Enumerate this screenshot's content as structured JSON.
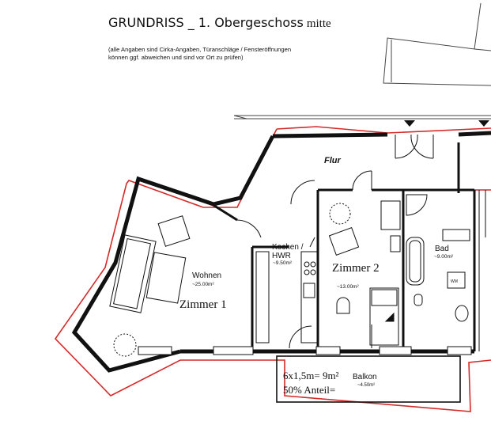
{
  "header": {
    "title": "GRUNDRISS _ 1. Obergeschoss",
    "title_suffix": "mitte",
    "note_line1": "(alle Angaben sind Cirka-Angaben, Türanschläge / Fensteröffnungen",
    "note_line2": "können ggf. abweichen und sind vor Ort zu prüfen)"
  },
  "rooms": {
    "flur": "Flur",
    "wohnen": "Wohnen",
    "wohnen_area": "~25.00m²",
    "zimmer1": "Zimmer 1",
    "kochen": "Kochen /",
    "hwr": "HWR",
    "kochen_area": "~9.50m²",
    "zimmer2": "Zimmer 2",
    "zimmer2_area": "~13.00m²",
    "bad": "Bad",
    "bad_area": "~9.00m²",
    "wm": "WM",
    "balkon": "Balkon",
    "balkon_area": "~4.50m²",
    "balkon_calc": "6x1,5m= 9m²",
    "balkon_share": "50% Anteil="
  },
  "colors": {
    "outline": "#d42a2a",
    "wall": "#111111",
    "fixture_gray": "#bcbcbc"
  }
}
